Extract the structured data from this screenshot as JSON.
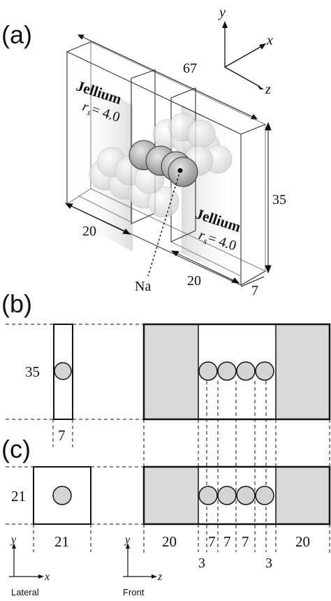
{
  "panels": {
    "a": "(a)",
    "b": "(b)",
    "c": "(c)"
  },
  "panel_a": {
    "axes": {
      "y": "y",
      "x": "x",
      "z": "z"
    },
    "length_top": "67",
    "height_right": "35",
    "width_left_bottom": "20",
    "width_right_bottom": "20",
    "depth_bottom": "7",
    "jellium_left": {
      "word": "Jellium",
      "rs": "r",
      "rs_sub": "s",
      "value": " = 4.0"
    },
    "jellium_right": {
      "word": "Jellium",
      "rs": "r",
      "rs_sub": "s",
      "value": " = 4.0"
    },
    "atom_label": "Na"
  },
  "panel_b": {
    "height_label": "35",
    "width_label": "7"
  },
  "panel_c": {
    "height_label": "21",
    "width_label": "21",
    "segment_labels": [
      "20",
      "7",
      "7",
      "7",
      "20"
    ],
    "gap_labels": [
      "3",
      "3"
    ],
    "axes_lateral": {
      "y": "y",
      "x": "x",
      "caption": "Lateral"
    },
    "axes_front": {
      "y": "y",
      "z": "z",
      "caption": "Front"
    }
  },
  "colors": {
    "jellium_fill": "#d9d9d9",
    "atom_fill": "#d4d4d4",
    "line": "#111111"
  }
}
